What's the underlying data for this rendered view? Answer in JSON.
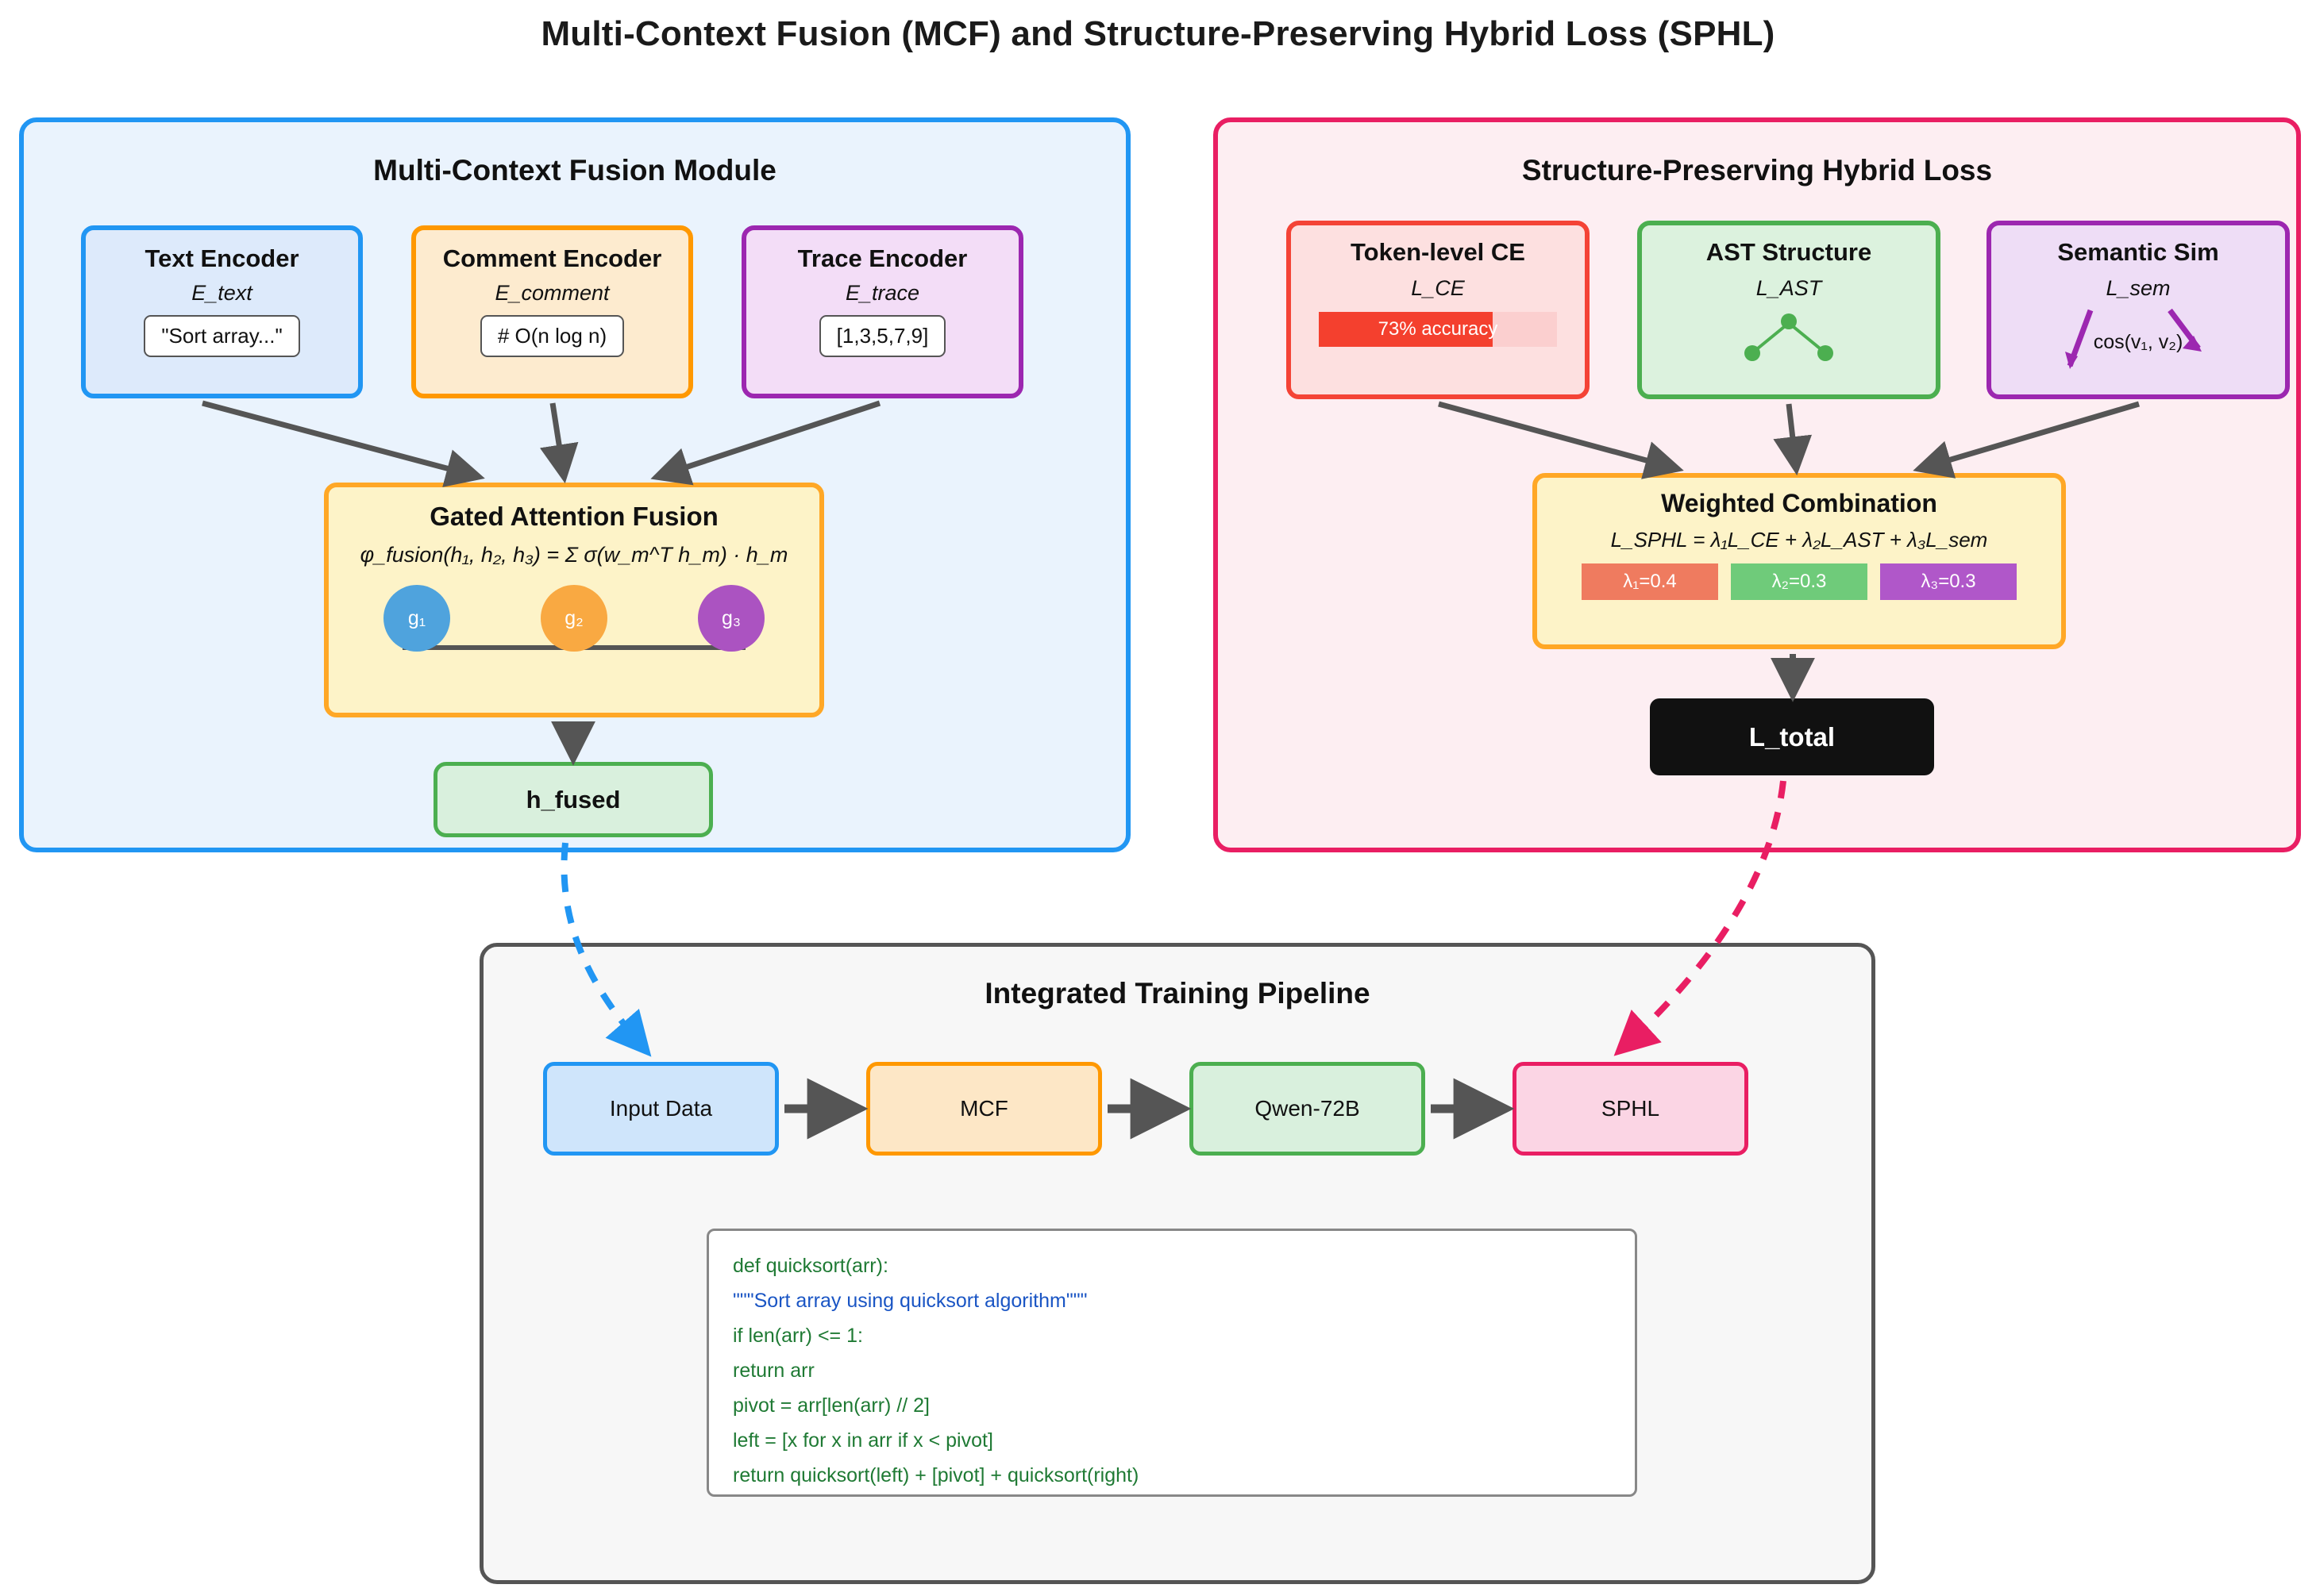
{
  "title": "Multi-Context Fusion (MCF) and Structure-Preserving Hybrid Loss (SPHL)",
  "mcf_panel": {
    "title": "Multi-Context Fusion Module",
    "encoders": [
      {
        "name": "Text Encoder",
        "symbol": "E_text",
        "sample": "\"Sort array...\""
      },
      {
        "name": "Comment Encoder",
        "symbol": "E_comment",
        "sample": "# O(n log n)"
      },
      {
        "name": "Trace Encoder",
        "symbol": "E_trace",
        "sample": "[1,3,5,7,9]"
      }
    ],
    "fusion": {
      "title": "Gated Attention Fusion",
      "formula": "φ_fusion(h₁, h₂, h₃) = Σ σ(w_m^T h_m) · h_m",
      "gates": [
        "g₁",
        "g₂",
        "g₃"
      ]
    },
    "output": "h_fused"
  },
  "sphl_panel": {
    "title": "Structure-Preserving Hybrid Loss",
    "components": [
      {
        "name": "Token-level CE",
        "symbol": "L_CE",
        "metric": "73% accuracy",
        "metric_pct": 73
      },
      {
        "name": "AST Structure",
        "symbol": "L_AST",
        "metric": ""
      },
      {
        "name": "Semantic Sim",
        "symbol": "L_sem",
        "metric": "cos(v₁, v₂)"
      }
    ],
    "combination": {
      "title": "Weighted Combination",
      "formula": "L_SPHL = λ₁L_CE + λ₂L_AST + λ₃L_sem",
      "weights": [
        "λ₁=0.4",
        "λ₂=0.3",
        "λ₃=0.3"
      ]
    },
    "output": "L_total"
  },
  "pipeline": {
    "title": "Integrated Training Pipeline",
    "stages": [
      "Input Data",
      "MCF",
      "Qwen-72B",
      "SPHL"
    ],
    "code_lines": [
      {
        "text": "def quicksort(arr):",
        "kind": "code"
      },
      {
        "text": "\"\"\"Sort array using quicksort algorithm\"\"\"",
        "kind": "doc"
      },
      {
        "text": "if len(arr) <= 1:",
        "kind": "code"
      },
      {
        "text": "return arr",
        "kind": "code"
      },
      {
        "text": "pivot = arr[len(arr) // 2]",
        "kind": "code"
      },
      {
        "text": "left = [x for x in arr if x < pivot]",
        "kind": "code"
      },
      {
        "text": "return quicksort(left) + [pivot] + quicksort(right)",
        "kind": "code"
      }
    ]
  },
  "colors": {
    "blue": "#2196f3",
    "orange": "#ff9800",
    "purple": "#9c27b0",
    "green": "#4caf50",
    "red": "#f44336",
    "pink": "#e91e63",
    "yellow_fill": "#fdf3c8",
    "arrow_gray": "#555555",
    "code_green": "#1f7a34",
    "code_blue": "#1a55c4"
  }
}
